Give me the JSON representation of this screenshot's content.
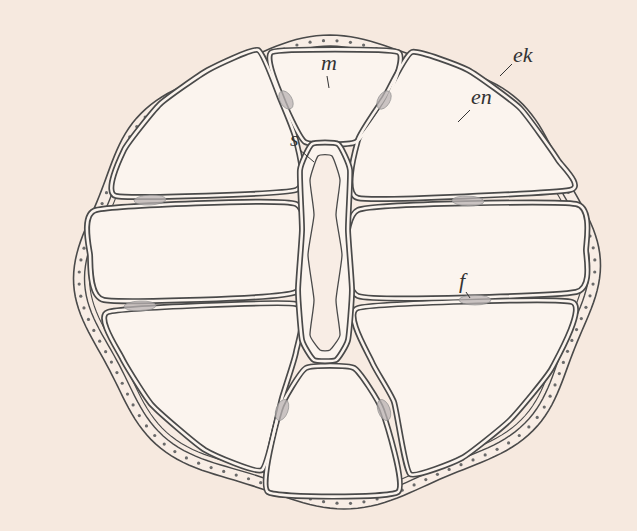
{
  "diagram": {
    "labels": [
      "m",
      "ek",
      "en",
      "s",
      "f"
    ]
  }
}
